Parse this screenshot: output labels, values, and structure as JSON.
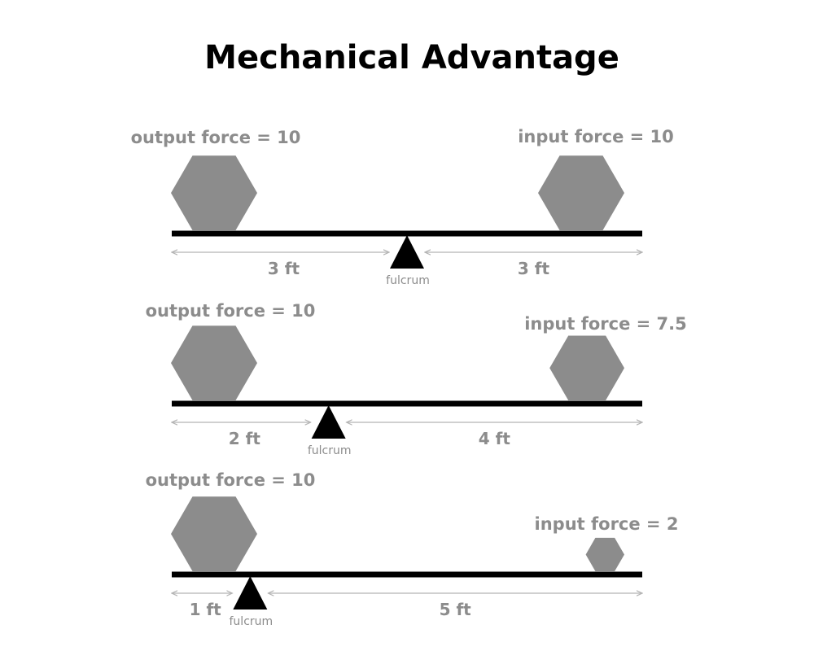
{
  "title": "Mechanical Advantage",
  "colors": {
    "weight": "#8c8c8c",
    "text_gray": "#8c8c8c",
    "lever": "#000000",
    "fulcrum": "#000000",
    "arrow": "#b4b4b4"
  },
  "panels": [
    {
      "output_label": "output force = 10",
      "input_label": "input force = 10",
      "output_force": 10,
      "input_force": 10,
      "left_distance": "3 ft",
      "right_distance": "3 ft",
      "left_ft": 3,
      "right_ft": 3,
      "fulcrum_label": "fulcrum"
    },
    {
      "output_label": "output force = 10",
      "input_label": "input force = 7.5",
      "output_force": 10,
      "input_force": 7.5,
      "left_distance": "2 ft",
      "right_distance": "4 ft",
      "left_ft": 2,
      "right_ft": 4,
      "fulcrum_label": "fulcrum"
    },
    {
      "output_label": "output force = 10",
      "input_label": "input force = 2",
      "output_force": 10,
      "input_force": 2,
      "left_distance": "1 ft",
      "right_distance": "5 ft",
      "left_ft": 1,
      "right_ft": 5,
      "fulcrum_label": "fulcrum"
    }
  ]
}
